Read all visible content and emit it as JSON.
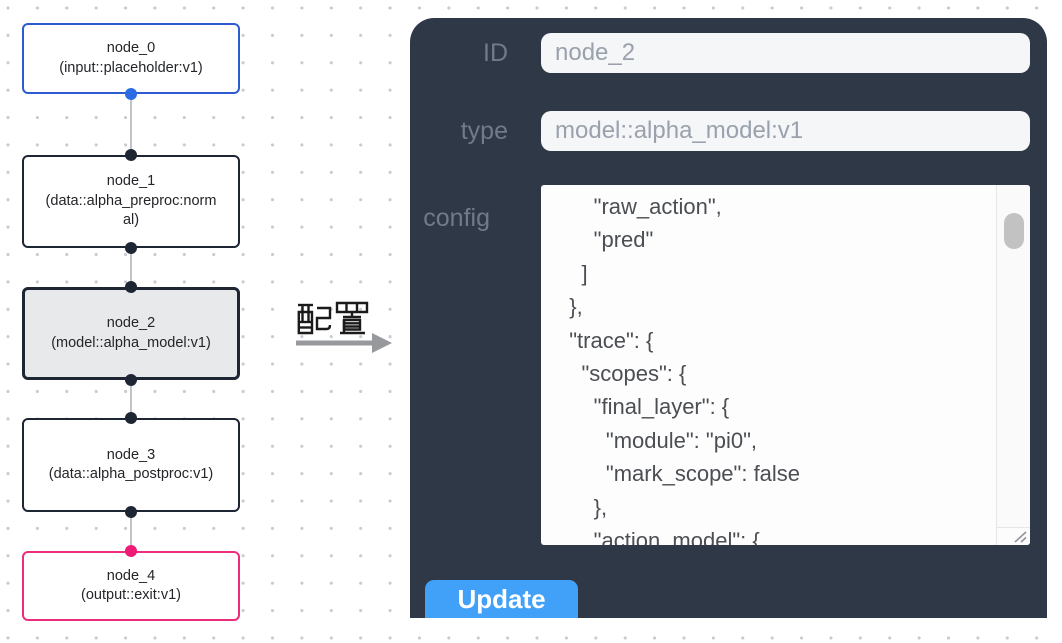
{
  "flow": {
    "nodes": [
      {
        "id": "node_0",
        "type_label": "(input::placeholder:v1)",
        "kind": "input",
        "selected": false
      },
      {
        "id": "node_1",
        "type_label": "(data::alpha_preproc:normal)",
        "kind": "process",
        "selected": false
      },
      {
        "id": "node_2",
        "type_label": "(model::alpha_model:v1)",
        "kind": "model",
        "selected": true
      },
      {
        "id": "node_3",
        "type_label": "(data::alpha_postproc:v1)",
        "kind": "process",
        "selected": false
      },
      {
        "id": "node_4",
        "type_label": "(output::exit:v1)",
        "kind": "output",
        "selected": false
      }
    ]
  },
  "transition": {
    "label": "配置"
  },
  "panel": {
    "fields": [
      {
        "label": "ID",
        "value": "node_2"
      },
      {
        "label": "type",
        "value": "model::alpha_model:v1"
      }
    ],
    "config_label": "config",
    "config_text": "      \"raw_action\",\n      \"pred\"\n    ]\n  },\n  \"trace\": {\n    \"scopes\": {\n      \"final_layer\": {\n        \"module\": \"pi0\",\n        \"mark_scope\": false\n      },\n      \"action_model\": {",
    "update_label": "Update"
  },
  "icons": {
    "arrow_right": "→",
    "resize_handle": "⟋⟋"
  },
  "colors": {
    "panel_bg": "#2e3847",
    "accent_button": "#41a0f7",
    "node_input_border": "#2e5bd0",
    "node_output_border": "#ec2d7c",
    "node_default_border": "#1e2634",
    "selected_node_bg": "#e8e9ea",
    "port_blue": "#2b6ce5",
    "port_pink": "#ee1a78",
    "edge": "#c0c3c8",
    "input_bg": "#f5f6f8",
    "input_text": "#9aa1ac",
    "label_text": "#717a88",
    "json_text": "#4b4e53"
  }
}
